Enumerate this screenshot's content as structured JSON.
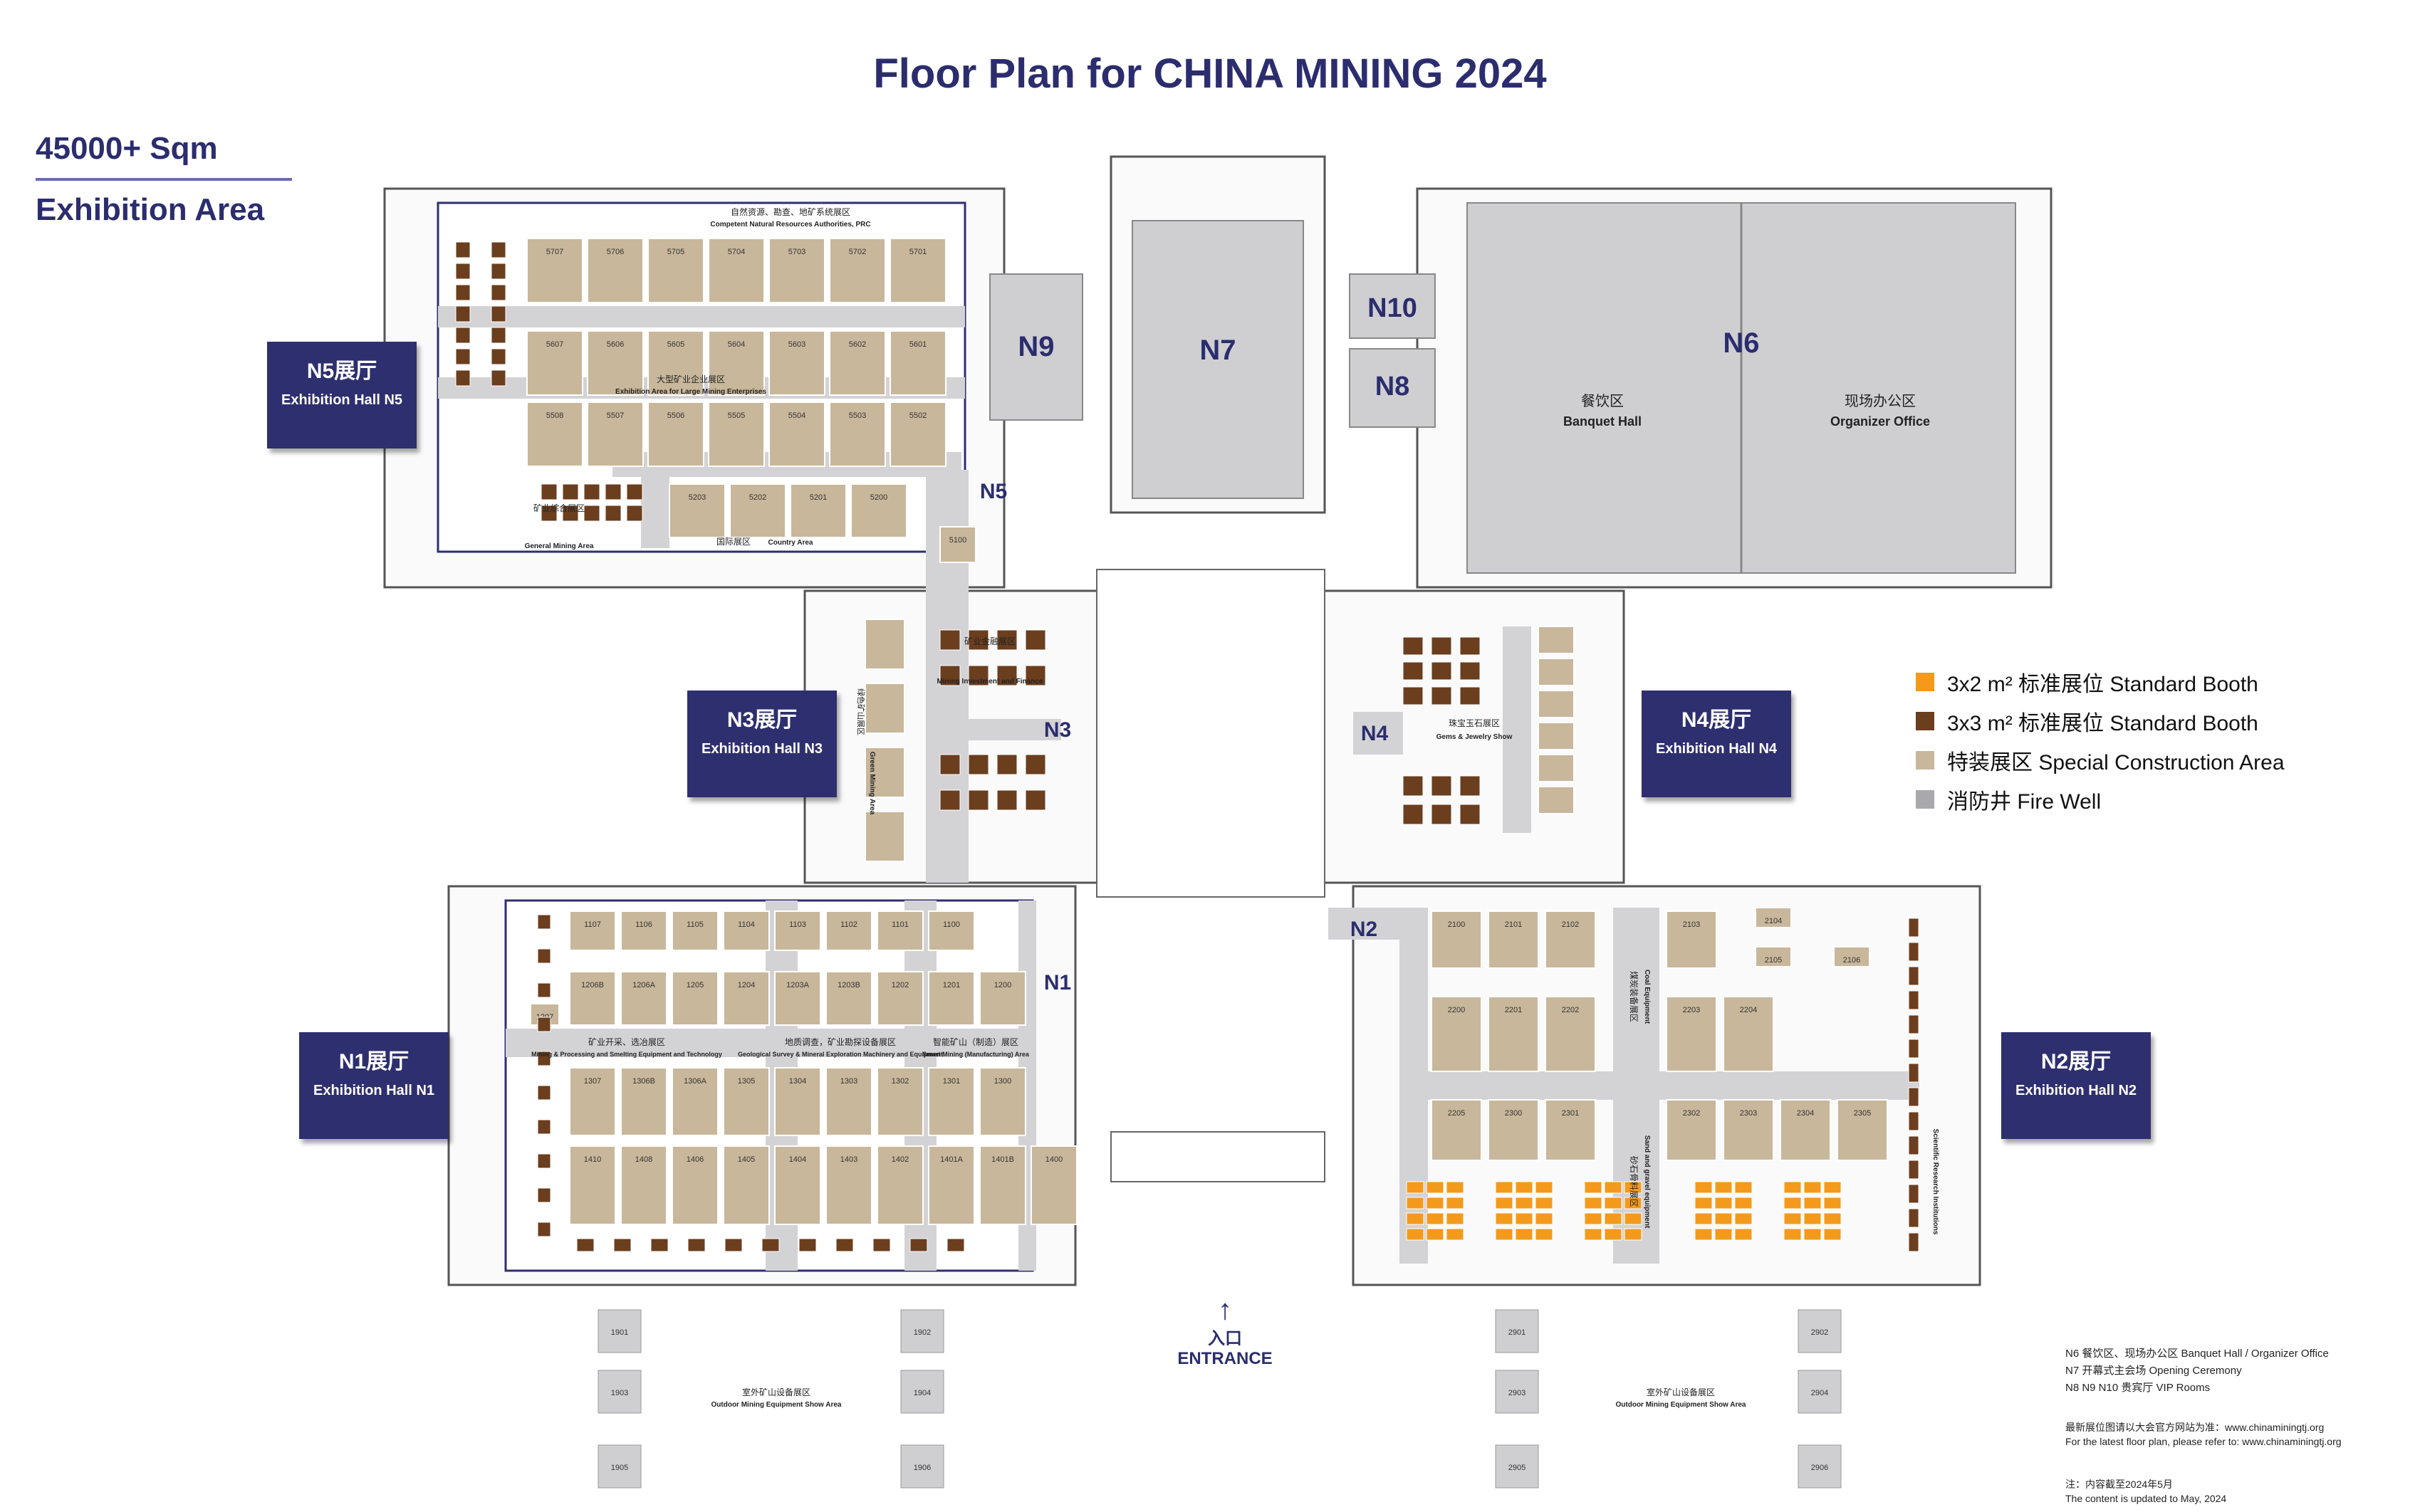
{
  "title": "Floor Plan for CHINA MINING 2024",
  "area": {
    "line1": "45000+ Sqm",
    "line2": "Exhibition Area"
  },
  "halls": {
    "N1": {
      "tag_cn": "N1展厅",
      "tag_en": "Exhibition Hall N1",
      "label": "N1",
      "zones": [
        "矿业开采、选冶展区",
        "Mining & Processing and Smelting Equipment and Technology",
        "地质调查，矿业勘探设备展区",
        "Geological Survey & Mineral Exploration Machinery and Equipment",
        "智能矿山（制造）展区",
        "Smart Mining (Manufacturing) Area"
      ],
      "booths": [
        "1107",
        "1106",
        "1105",
        "1104",
        "1103",
        "1102",
        "1101",
        "1100",
        "1206B",
        "1206A",
        "1205",
        "1204",
        "1203A",
        "1203B",
        "1202",
        "1201",
        "1200",
        "1207",
        "1307",
        "1306B",
        "1306A",
        "1305",
        "1304",
        "1303",
        "1302",
        "1301",
        "1300",
        "1410",
        "1408",
        "1406",
        "1405",
        "1404",
        "1403",
        "1402",
        "1401A",
        "1401B",
        "1400"
      ]
    },
    "N2": {
      "tag_cn": "N2展厅",
      "tag_en": "Exhibition Hall N2",
      "label": "N2",
      "zones": [
        "煤炭装备展区",
        "Coal Equipment",
        "砂石骨料展区",
        "Sand and gravel equipment",
        "Scientific Research Institutions"
      ],
      "booths": [
        "2100",
        "2101",
        "2102",
        "2103",
        "2104",
        "2105",
        "2106",
        "2200",
        "2201",
        "2202",
        "2203",
        "2204",
        "2205",
        "2300",
        "2301",
        "2302",
        "2303",
        "2304",
        "2305"
      ]
    },
    "N3": {
      "tag_cn": "N3展厅",
      "tag_en": "Exhibition Hall N3",
      "label": "N3",
      "zones": [
        "矿业金融展区",
        "Mining Investment and Finance",
        "绿色矿山展区",
        "Green Mining Area"
      ]
    },
    "N4": {
      "tag_cn": "N4展厅",
      "tag_en": "Exhibition Hall N4",
      "label": "N4",
      "zones": [
        "珠宝玉石展区",
        "Gems & Jewelry Show"
      ]
    },
    "N5": {
      "tag_cn": "N5展厅",
      "tag_en": "Exhibition Hall N5",
      "label": "N5",
      "zones": [
        "自然资源、勘查、地矿系统展区",
        "Competent Natural Resources Authorities, PRC",
        "大型矿业企业展区",
        "Exhibition Area for Large Mining Enterprises",
        "矿业综合展区",
        "General Mining Area",
        "国际展区",
        "Country Area"
      ],
      "booths": [
        "5707",
        "5706",
        "5705",
        "5704",
        "5703",
        "5702",
        "5701",
        "5607",
        "5606",
        "5605",
        "5604",
        "5603",
        "5602",
        "5601",
        "5508",
        "5507",
        "5506",
        "5505",
        "5504",
        "5503",
        "5502",
        "5203",
        "5202",
        "5201",
        "5200",
        "5100"
      ]
    },
    "N6": {
      "label": "N6",
      "banquet_cn": "餐饮区",
      "banquet_en": "Banquet Hall",
      "office_cn": "现场办公区",
      "office_en": "Organizer Office"
    },
    "N7": {
      "label": "N7"
    },
    "N8": {
      "label": "N8"
    },
    "N9": {
      "label": "N9"
    },
    "N10": {
      "label": "N10"
    }
  },
  "outdoor": {
    "zone_cn": "室外矿山设备展区",
    "zone_en": "Outdoor Mining Equipment Show Area",
    "left_booths": [
      "1901",
      "1902",
      "1903",
      "1904",
      "1905",
      "1906"
    ],
    "right_booths": [
      "2901",
      "2902",
      "2903",
      "2904",
      "2905",
      "2906"
    ]
  },
  "entrance": {
    "cn": "入口",
    "en": "ENTRANCE"
  },
  "legend": [
    {
      "color": "#f39a1c",
      "label": "3x2 m² 标准展位 Standard Booth"
    },
    {
      "color": "#6b3e1e",
      "label": "3x3 m² 标准展位 Standard Booth"
    },
    {
      "color": "#c8b79b",
      "label": "特装展区 Special Construction Area"
    },
    {
      "color": "#a9a9ad",
      "label": "消防井 Fire Well"
    }
  ],
  "notes": [
    "N6 餐饮区、现场办公区 Banquet Hall / Organizer Office",
    "N7 开幕式主会场 Opening Ceremony",
    "N8 N9 N10 贵宾厅 VIP Rooms"
  ],
  "note_latest": [
    "最新展位图请以大会官方网站为准：www.chinaminingtj.org",
    "For the latest floor plan, please refer to: www.chinaminingtj.org"
  ],
  "note_date": [
    "注：内容截至2024年5月",
    "The content is updated to May, 2024"
  ],
  "colors": {
    "booth": "#c8b79b",
    "aisle": "#d3d3d6",
    "hall_gray": "#cfcfd2",
    "std_orange": "#f39a1c",
    "std_brown": "#6b3e1e",
    "navy": "#2e2f6f"
  }
}
